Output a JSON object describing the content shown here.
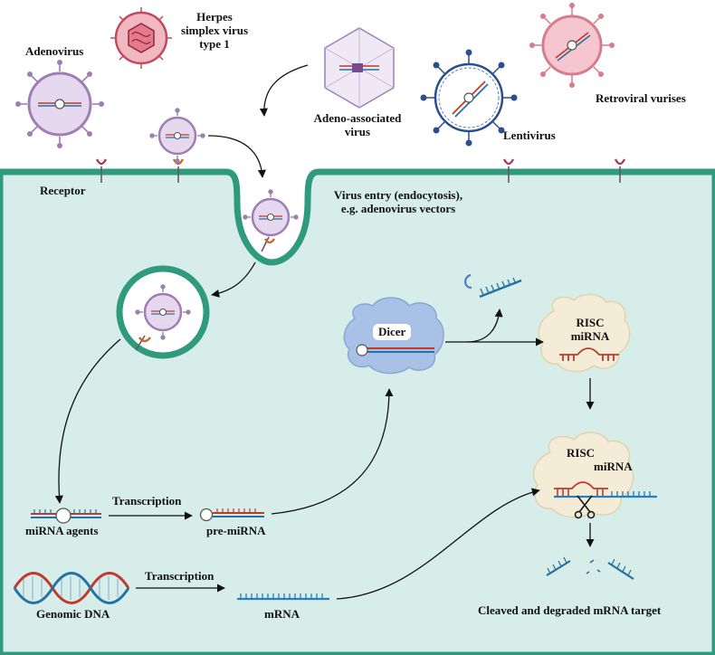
{
  "viruses": {
    "adenovirus": "Adenovirus",
    "herpes": [
      "Herpes",
      "simplex virus",
      "type 1"
    ],
    "aav": [
      "Adeno-associated",
      "virus"
    ],
    "lentivirus": "Lentivirus",
    "retroviral": "Retroviral vurises"
  },
  "cell": {
    "receptor": "Receptor",
    "entry": [
      "Virus entry (endocytosis),",
      "e.g. adenovirus vectors"
    ]
  },
  "pathway": {
    "dicer": "Dicer",
    "risc_top": [
      "RISC",
      "miRNA"
    ],
    "risc_bottom": [
      "RISC",
      "miRNA"
    ],
    "mirna_agents": "miRNA agents",
    "transcription_1": "Transcription",
    "pre_mirna": "pre-miRNA",
    "genomic_dna": "Genomic DNA",
    "transcription_2": "Transcription",
    "mrna": "mRNA",
    "cleaved": "Cleaved and degraded mRNA target"
  }
}
